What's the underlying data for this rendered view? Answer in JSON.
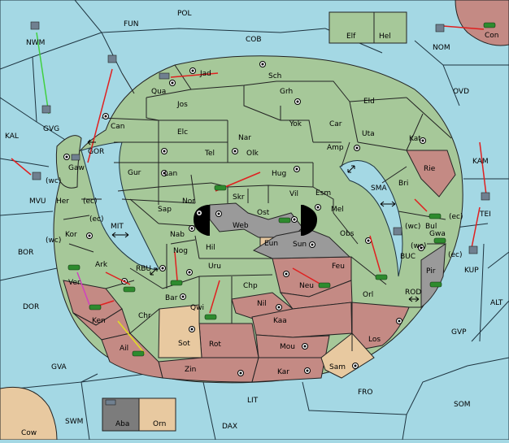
{
  "colors": {
    "sea": "#a4d8e4",
    "neutral_land": "#a6c899",
    "player_a": "#c48a84",
    "player_b": "#9a9a9a",
    "neutral_tan": "#e8c9a0",
    "dark": "#7c7c7c"
  },
  "sea_labels": [
    {
      "id": "pol",
      "text": "POL"
    },
    {
      "id": "fun",
      "text": "FUN"
    },
    {
      "id": "cob",
      "text": "COB"
    },
    {
      "id": "nwm",
      "text": "NWM"
    },
    {
      "id": "gvg",
      "text": "GVG"
    },
    {
      "id": "kal",
      "text": "KAL"
    },
    {
      "id": "gor",
      "text": "GOR"
    },
    {
      "id": "mvu",
      "text": "MVU"
    },
    {
      "id": "wc1",
      "text": "(wc)"
    },
    {
      "id": "bor",
      "text": "BOR"
    },
    {
      "id": "dor",
      "text": "DOR"
    },
    {
      "id": "mit",
      "text": "MIT"
    },
    {
      "id": "rbu",
      "text": "RBU"
    },
    {
      "id": "gva",
      "text": "GVA"
    },
    {
      "id": "swm",
      "text": "SWM"
    },
    {
      "id": "lit",
      "text": "LIT"
    },
    {
      "id": "dax",
      "text": "DAX"
    },
    {
      "id": "fro",
      "text": "FRO"
    },
    {
      "id": "som",
      "text": "SOM"
    },
    {
      "id": "gvp",
      "text": "GVP"
    },
    {
      "id": "alt",
      "text": "ALT"
    },
    {
      "id": "kam",
      "text": "KAM"
    },
    {
      "id": "tei",
      "text": "TEI"
    },
    {
      "id": "kup",
      "text": "KUP"
    },
    {
      "id": "ovd",
      "text": "OVD"
    },
    {
      "id": "nom",
      "text": "NOM"
    },
    {
      "id": "con",
      "text": "Con"
    },
    {
      "id": "sma",
      "text": "SMA"
    },
    {
      "id": "buc",
      "text": "BUC"
    },
    {
      "id": "rod",
      "text": "ROD"
    },
    {
      "id": "cow",
      "text": "Cow"
    }
  ],
  "land_labels": [
    {
      "id": "elf",
      "text": "Elf"
    },
    {
      "id": "hel",
      "text": "Hel"
    },
    {
      "id": "jad",
      "text": "Jad"
    },
    {
      "id": "sch",
      "text": "Sch"
    },
    {
      "id": "qua",
      "text": "Qua"
    },
    {
      "id": "jos",
      "text": "Jos"
    },
    {
      "id": "grh",
      "text": "Grh"
    },
    {
      "id": "eld",
      "text": "Eld"
    },
    {
      "id": "can",
      "text": "Can"
    },
    {
      "id": "yok",
      "text": "Yok"
    },
    {
      "id": "car",
      "text": "Car"
    },
    {
      "id": "elc",
      "text": "Elc"
    },
    {
      "id": "nar",
      "text": "Nar"
    },
    {
      "id": "uta",
      "text": "Uta"
    },
    {
      "id": "kat",
      "text": "Kat"
    },
    {
      "id": "gaw",
      "text": "Gaw"
    },
    {
      "id": "tel",
      "text": "Tel"
    },
    {
      "id": "olk",
      "text": "Olk"
    },
    {
      "id": "amp",
      "text": "Amp"
    },
    {
      "id": "gur",
      "text": "Gur"
    },
    {
      "id": "lan",
      "text": "Lan"
    },
    {
      "id": "hug",
      "text": "Hug"
    },
    {
      "id": "rie",
      "text": "Rie"
    },
    {
      "id": "bri",
      "text": "Bri"
    },
    {
      "id": "her",
      "text": "Her"
    },
    {
      "id": "ec1",
      "text": "(ec)"
    },
    {
      "id": "nor",
      "text": "Nor"
    },
    {
      "id": "skr",
      "text": "Skr"
    },
    {
      "id": "vil",
      "text": "Vil"
    },
    {
      "id": "esm",
      "text": "Esm"
    },
    {
      "id": "sap",
      "text": "Sap"
    },
    {
      "id": "ost",
      "text": "Ost"
    },
    {
      "id": "web",
      "text": "Web"
    },
    {
      "id": "mel",
      "text": "Mel"
    },
    {
      "id": "ec2",
      "text": "(ec)"
    },
    {
      "id": "kor",
      "text": "Kor"
    },
    {
      "id": "nab",
      "text": "Nab"
    },
    {
      "id": "eun",
      "text": "Eun"
    },
    {
      "id": "sun",
      "text": "Sun"
    },
    {
      "id": "obs",
      "text": "Obs"
    },
    {
      "id": "bul",
      "text": "Bul"
    },
    {
      "id": "ec3",
      "text": "(ec)"
    },
    {
      "id": "gwa",
      "text": "Gwa"
    },
    {
      "id": "wc2",
      "text": "(wc)"
    },
    {
      "id": "wc3",
      "text": "(wc)"
    },
    {
      "id": "wc4",
      "text": "(wc)"
    },
    {
      "id": "ec4",
      "text": "(ec)"
    },
    {
      "id": "hil",
      "text": "Hil"
    },
    {
      "id": "nog",
      "text": "Nog"
    },
    {
      "id": "ark",
      "text": "Ark"
    },
    {
      "id": "uru",
      "text": "Uru"
    },
    {
      "id": "feu",
      "text": "Feu"
    },
    {
      "id": "pir",
      "text": "Pir"
    },
    {
      "id": "neu",
      "text": "Neu"
    },
    {
      "id": "chp",
      "text": "Chp"
    },
    {
      "id": "ver",
      "text": "Ver"
    },
    {
      "id": "bar",
      "text": "Bar"
    },
    {
      "id": "orl",
      "text": "Orl"
    },
    {
      "id": "chr",
      "text": "Chr"
    },
    {
      "id": "nil",
      "text": "Nil"
    },
    {
      "id": "qwi",
      "text": "Qwi"
    },
    {
      "id": "ken",
      "text": "Ken"
    },
    {
      "id": "kaa",
      "text": "Kaa"
    },
    {
      "id": "sot",
      "text": "Sot"
    },
    {
      "id": "rot",
      "text": "Rot"
    },
    {
      "id": "los",
      "text": "Los"
    },
    {
      "id": "ail",
      "text": "Ail"
    },
    {
      "id": "mou",
      "text": "Mou"
    },
    {
      "id": "sam",
      "text": "Sam"
    },
    {
      "id": "zin",
      "text": "Zin"
    },
    {
      "id": "kar",
      "text": "Kar"
    },
    {
      "id": "aba",
      "text": "Aba"
    },
    {
      "id": "orn",
      "text": "Orn"
    }
  ]
}
